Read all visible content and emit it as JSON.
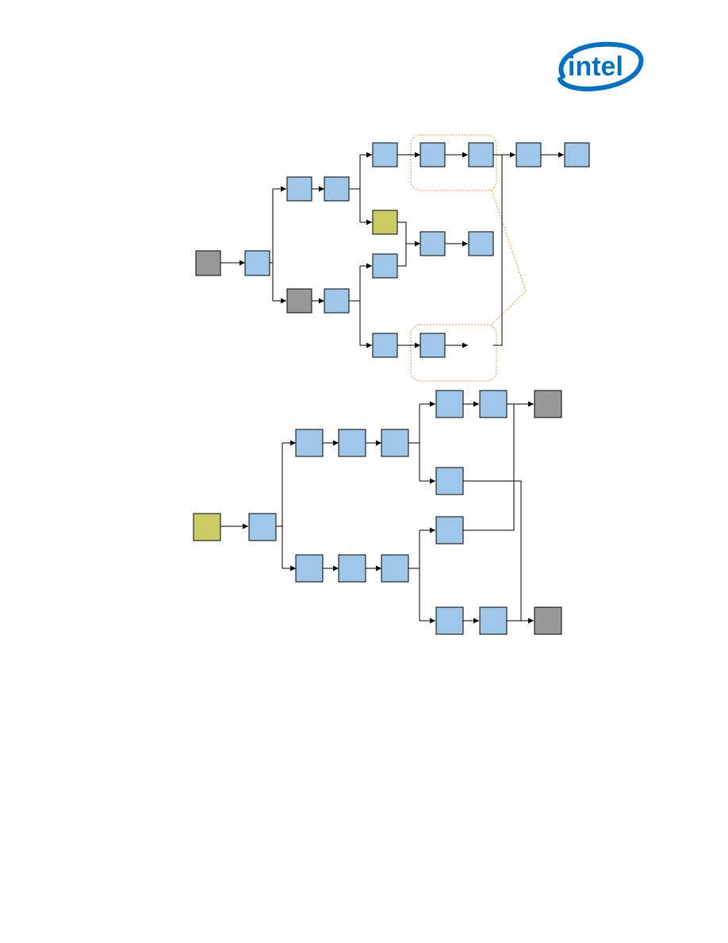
{
  "logo": {
    "text": "intel",
    "color": "#0071c5"
  },
  "colors": {
    "process": "#9fc7ea",
    "terminal_gray": "#999999",
    "terminal_olive": "#cccc66",
    "group_outline": "#f28c28"
  },
  "diagrams": [
    {
      "nodes": [
        {
          "id": "a0",
          "kind": "terminal_gray"
        },
        {
          "id": "a1",
          "kind": "process"
        },
        {
          "id": "a2",
          "kind": "process"
        },
        {
          "id": "a3",
          "kind": "process"
        },
        {
          "id": "a4",
          "kind": "process"
        },
        {
          "id": "a5",
          "kind": "process"
        },
        {
          "id": "a6",
          "kind": "process"
        },
        {
          "id": "a7",
          "kind": "process"
        },
        {
          "id": "a8",
          "kind": "process"
        },
        {
          "id": "a9",
          "kind": "terminal_olive"
        },
        {
          "id": "a10",
          "kind": "process"
        },
        {
          "id": "a11",
          "kind": "process"
        },
        {
          "id": "a12",
          "kind": "process"
        },
        {
          "id": "a13",
          "kind": "terminal_gray"
        },
        {
          "id": "a14",
          "kind": "process"
        },
        {
          "id": "a15",
          "kind": "process"
        },
        {
          "id": "a16",
          "kind": "process"
        }
      ]
    },
    {
      "nodes": [
        {
          "id": "b0",
          "kind": "terminal_olive"
        },
        {
          "id": "b1",
          "kind": "process"
        },
        {
          "id": "b2",
          "kind": "process"
        },
        {
          "id": "b3",
          "kind": "process"
        },
        {
          "id": "b4",
          "kind": "process"
        },
        {
          "id": "b5",
          "kind": "process"
        },
        {
          "id": "b6",
          "kind": "process"
        },
        {
          "id": "b7",
          "kind": "process"
        },
        {
          "id": "b8",
          "kind": "process"
        },
        {
          "id": "b9",
          "kind": "process"
        },
        {
          "id": "b10",
          "kind": "terminal_gray"
        },
        {
          "id": "b11",
          "kind": "process"
        },
        {
          "id": "b12",
          "kind": "process"
        },
        {
          "id": "b13",
          "kind": "process"
        },
        {
          "id": "b14",
          "kind": "process"
        },
        {
          "id": "b15",
          "kind": "terminal_gray"
        }
      ]
    }
  ]
}
